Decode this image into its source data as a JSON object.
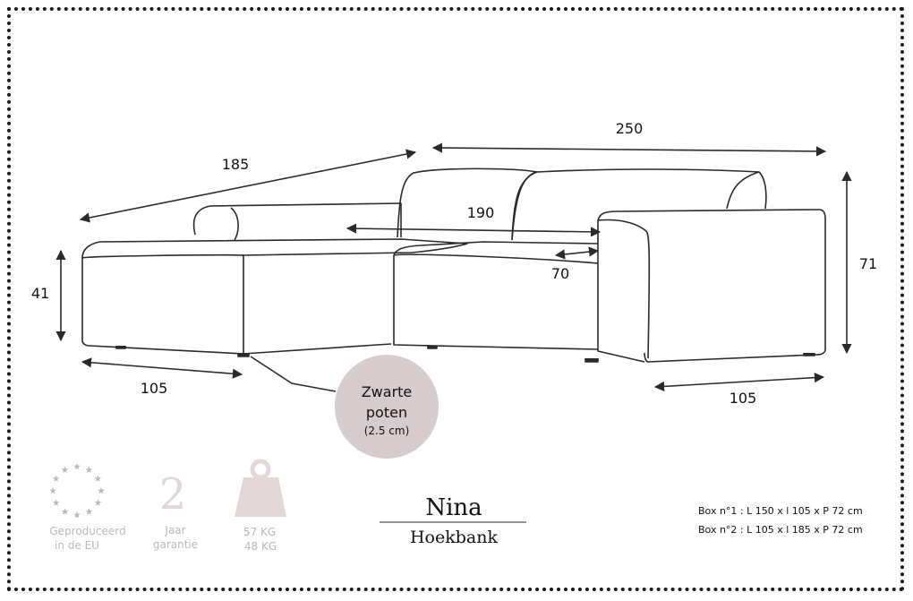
{
  "dimensions": {
    "chaise_depth_length": "185",
    "total_width": "250",
    "seat_width": "190",
    "seat_depth": "70",
    "back_height": "71",
    "seat_height": "41",
    "chaise_width": "105",
    "arm_module_width": "105"
  },
  "legs": {
    "line1": "Zwarte",
    "line2": "poten",
    "line3": "(2.5 cm)"
  },
  "badges": {
    "eu_line1": "Geproduceerd",
    "eu_line2": "in de EU",
    "warranty_number": "2",
    "warranty_line1": "Jaar",
    "warranty_line2": "garantie",
    "weight_line1": "57 KG",
    "weight_line2": "48 KG"
  },
  "product": {
    "name": "Nina",
    "type": "Hoekbank"
  },
  "boxes": {
    "box1": "Box n°1 : L 150 x l 105 x P 72 cm",
    "box2": "Box n°2 : L 105 x l 185 x P 72 cm"
  },
  "colors": {
    "line": "#2a2a2a",
    "bubble": "#d6cbcd",
    "accent_pink": "#e2d6d6",
    "muted_text": "#bdb8b8"
  }
}
